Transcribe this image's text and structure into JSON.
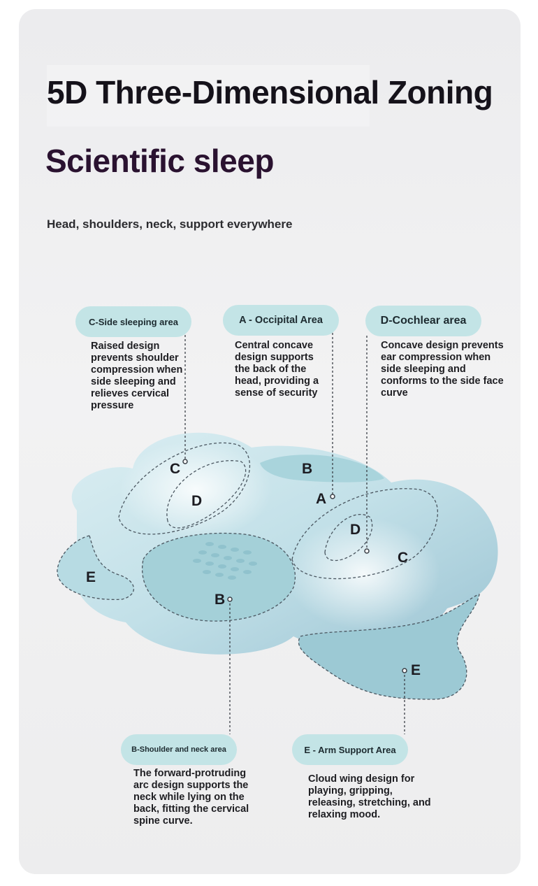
{
  "title": "5D Three-Dimensional Zoning",
  "subtitle": "Scientific sleep",
  "tagline": "Head, shoulders, neck, support everywhere",
  "zones": {
    "c_side": {
      "label": "C-Side sleeping area",
      "description": "Raised design prevents shoulder compression when side sleeping and relieves cervical pressure"
    },
    "a_occipital": {
      "label": "A - Occipital Area",
      "description": "Central concave design supports the back of the head, providing a sense of security"
    },
    "d_cochlear": {
      "label": "D-Cochlear area",
      "description": "Concave design prevents ear compression when side sleeping and conforms to the side face curve"
    },
    "b_shoulder": {
      "label": "B-Shoulder and neck area",
      "description": "The forward-protruding arc design supports the neck while lying on the back, fitting the cervical spine curve."
    },
    "e_arm": {
      "label": "E - Arm Support Area",
      "description": "Cloud wing design for playing, gripping, releasing, stretching, and relaxing mood."
    }
  },
  "pillow_markers": [
    "C",
    "D",
    "B",
    "A",
    "D",
    "C",
    "E",
    "B",
    "E"
  ],
  "colors": {
    "pill": "#c3e4e6",
    "pillow": "#bcdde6",
    "zone_fill": "#9fcfd6",
    "title": "#15121a"
  }
}
